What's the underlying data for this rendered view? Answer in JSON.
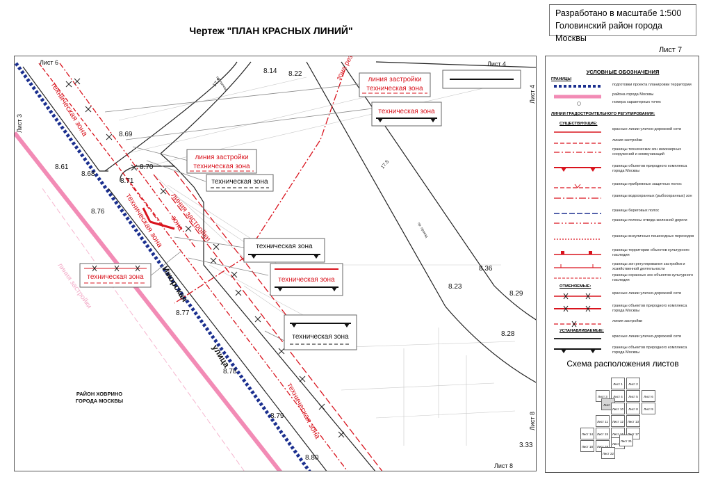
{
  "title": "Чертеж \"ПЛАН КРАСНЫХ ЛИНИЙ\"",
  "scale_box": {
    "line1": "Разработано в масштабе 1:500",
    "line2": "Головинский район города Москвы"
  },
  "sheet_number": "Лист 7",
  "colors": {
    "red": "#d9131d",
    "pink": "#f28bb5",
    "blue": "#1b2f8f",
    "grey": "#999999"
  },
  "map": {
    "sheet_labels": {
      "top_left": "Лист 6",
      "left": "Лист 3",
      "top_right": "Лист 4",
      "right_top": "Лист 4",
      "bottom": "Лист 8",
      "right_bottom": "Лист 8"
    },
    "points": [
      "8.14",
      "8.22",
      "8.69",
      "8.70",
      "8.61",
      "8.68",
      "8.71",
      "8.76",
      "8.77",
      "8.78",
      "8.79",
      "8.80",
      "8.36",
      "8.23",
      "8.29",
      "8.28",
      "3.33"
    ],
    "dims": [
      "17.5",
      "17.5"
    ],
    "street_name": "Ижорская",
    "street_word": "улица",
    "district_line1": "РАЙОН ХОВРИНО",
    "district_line2": "ГОРОДА МОСКВЫ",
    "rotated_labels": {
      "tech_zone": "техническая зона",
      "build_line": "линия застройки",
      "zone": "зона",
      "zone_rez": "зона рез",
      "pr_proezd": "пр. проезд"
    },
    "callouts": {
      "c1_line1": "линия застройки",
      "c1_line2": "техническая зона",
      "c2": "техническая зона",
      "c3_line1": "линия застройки",
      "c3_line2": "техническая зона",
      "c4": "техническая зона",
      "c5": "техническая зона",
      "c6": "техническая зона",
      "c7": "техническая зона",
      "c8": "техническая зона"
    }
  },
  "legend": {
    "title": "УСЛОВНЫЕ ОБОЗНАЧЕНИЯ",
    "boundaries_head": "ГРАНИЦЫ",
    "boundaries": [
      "подготовки проекта планировки территории",
      "района города Москвы",
      "номера характерных точек"
    ],
    "lines_head": "ЛИНИИ ГРАДОСТРОИТЕЛЬНОГО РЕГУЛИРОВАНИЯ:",
    "existing_head": "СУЩЕСТВУЮЩИЕ:",
    "existing": [
      "красные линии улично-дорожной сети",
      "линия застройки",
      "границы технических зон инженерных сооружений и коммуникаций",
      "границы объектов природного комплекса города Москвы",
      "границы прибрежных защитных полос",
      "границы водоохранных (рыбоохранных) зон",
      "границы береговых полос",
      "границы полосы отвода железной дороги",
      "границы внеуличных пешеходных переходов",
      "границы территории объектов культурного наследия",
      "границы зон регулирования застройки и хозяйственной деятельности",
      "границы охранных зон объектов культурного наследия"
    ],
    "cancelled_head": "ОТМЕНЯЕМЫЕ:",
    "cancelled": [
      "красные линии улично-дорожной сети",
      "границы объектов природного комплекса города Москвы",
      "линия застройки"
    ],
    "established_head": "УСТАНАВЛИВАЕМЫЕ:",
    "established": [
      "красные линии улично-дорожной сети",
      "границы объектов природного комплекса города Москвы"
    ]
  },
  "scheme": {
    "title": "Схема расположения листов",
    "sheets": [
      "Лист 1",
      "Лист 2",
      "Лист 3",
      "Лист 4",
      "Лист 5",
      "Лист 6",
      "Лист 7",
      "Лист 8",
      "Лист 9",
      "Лист 10",
      "Лист 11",
      "Лист 12",
      "Лист 13",
      "Лист 14",
      "Лист 15",
      "Лист 16",
      "Лист 17",
      "Лист 18",
      "Лист 19",
      "Лист 20",
      "Лист 21",
      "Лист 22"
    ],
    "current": "Лист 7"
  }
}
